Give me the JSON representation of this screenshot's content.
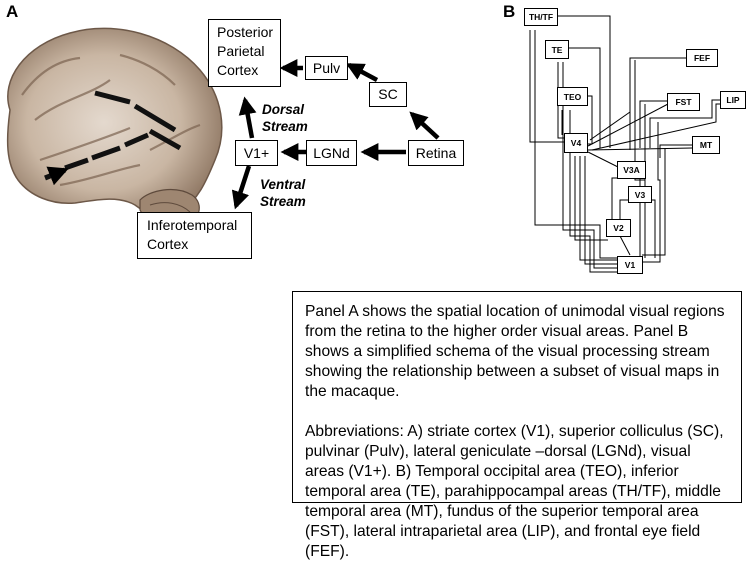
{
  "panel_a": {
    "letter": "A",
    "boxes": {
      "ppc": [
        "Posterior",
        "Parietal",
        "Cortex"
      ],
      "pulv": "Pulv",
      "sc": "SC",
      "v1plus": "V1+",
      "lgnd": "LGNd",
      "retina": "Retina",
      "it": [
        "Inferotemporal",
        "Cortex"
      ]
    },
    "dorsal_stream": [
      "Dorsal",
      "Stream"
    ],
    "ventral_stream": [
      "Ventral",
      "Stream"
    ]
  },
  "panel_b": {
    "letter": "B",
    "boxes": {
      "thtf": "TH/TF",
      "te": "TE",
      "teo": "TEO",
      "fef": "FEF",
      "fst": "FST",
      "lip": "LIP",
      "v4": "V4",
      "mt": "MT",
      "v3a": "V3A",
      "v3": "V3",
      "v2": "V2",
      "v1": "V1"
    }
  },
  "caption": {
    "paragraph1": "Panel A shows the spatial location of unimodal visual regions from the retina to the higher order visual areas.  Panel B shows a simplified schema of the visual processing stream showing the relationship between a subset of visual maps in the macaque.",
    "paragraph2": "Abbreviations:  A) striate cortex (V1), superior colliculus (SC), pulvinar (Pulv), lateral geniculate –dorsal (LGNd), visual areas (V1+).  B) Temporal occipital area (TEO), inferior temporal area (TE),  parahippocampal areas (TH/TF), middle temporal area (MT), fundus of the superior temporal area (FST), lateral intraparietal area (LIP), and frontal eye field (FEF)."
  }
}
